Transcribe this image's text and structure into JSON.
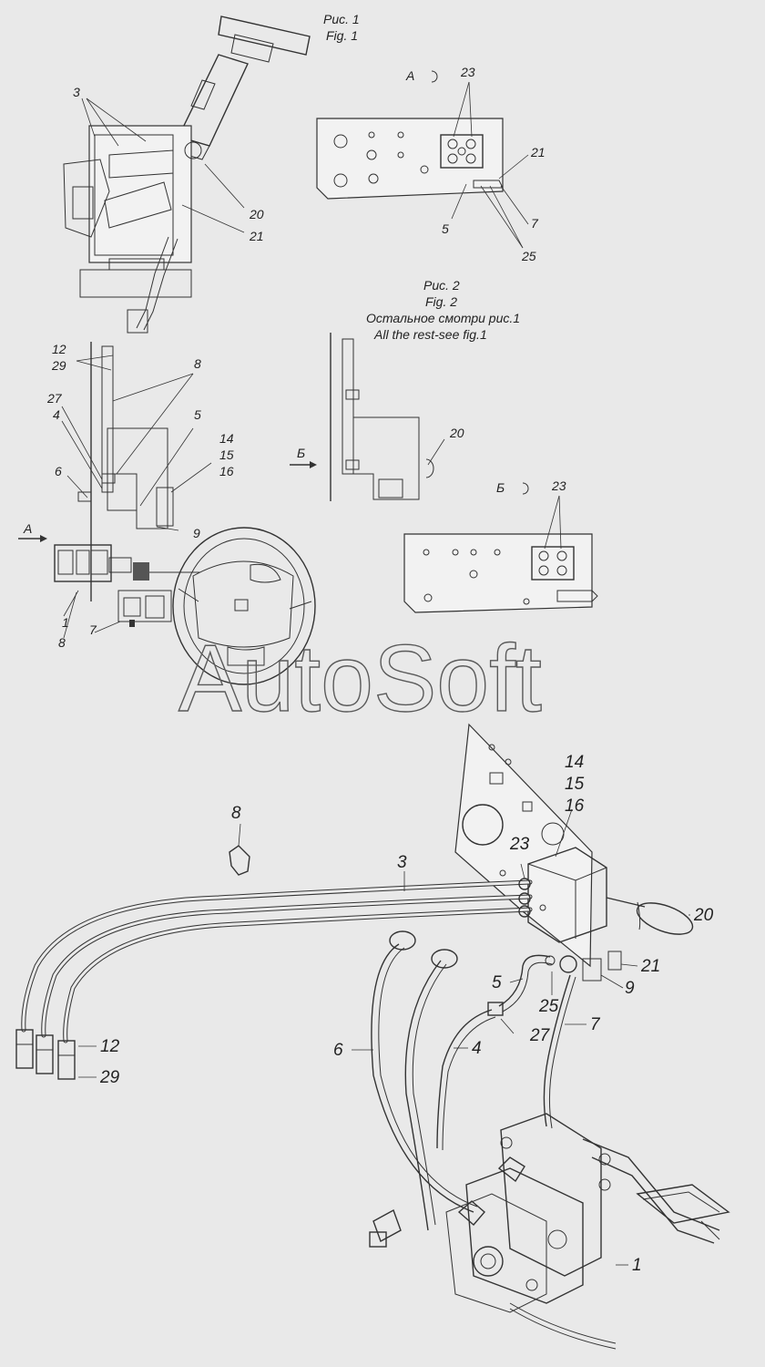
{
  "figures": {
    "fig1": {
      "ru": "Рис. 1",
      "en": "Fig. 1"
    },
    "fig2": {
      "ru": "Рис. 2",
      "en": "Fig. 2",
      "note_ru": "Остальное смотри рис.1",
      "note_en": "All the rest-see fig.1"
    }
  },
  "views": {
    "a_letter": "А",
    "b_letter": "Б",
    "a_arrow_label": "А",
    "b_arrow_label": "Б"
  },
  "watermark": "AutoSoft",
  "callouts": {
    "fig1_top": [
      "3",
      "20",
      "21"
    ],
    "view_a": [
      "23",
      "21",
      "5",
      "7",
      "25"
    ],
    "fig1_main": [
      "12",
      "29",
      "8",
      "27",
      "4",
      "5",
      "14",
      "15",
      "16",
      "6",
      "9",
      "1",
      "7",
      "8"
    ],
    "fig2": [
      "20"
    ],
    "view_b": [
      "23"
    ],
    "iso": [
      "14",
      "15",
      "16",
      "8",
      "3",
      "23",
      "20",
      "21",
      "5",
      "9",
      "25",
      "6",
      "4",
      "27",
      "7",
      "12",
      "29",
      "1"
    ]
  }
}
